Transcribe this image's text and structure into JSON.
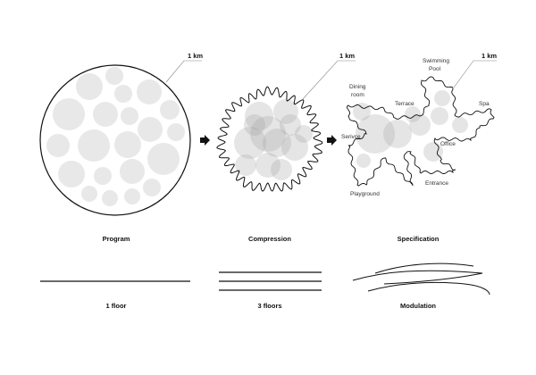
{
  "stages": [
    {
      "title": "Program",
      "scale_label": "1 km",
      "floors_label": "1 floor"
    },
    {
      "title": "Compression",
      "scale_label": "1 km",
      "floors_label": "3 floors"
    },
    {
      "title": "Specification",
      "scale_label": "1 km",
      "floors_label": "Modulation"
    }
  ],
  "rooms": [
    "Swimming",
    "Pool",
    "Dining",
    "room",
    "Terrace",
    "Spa",
    "Serivce",
    "Office",
    "Entrance",
    "Playground"
  ]
}
